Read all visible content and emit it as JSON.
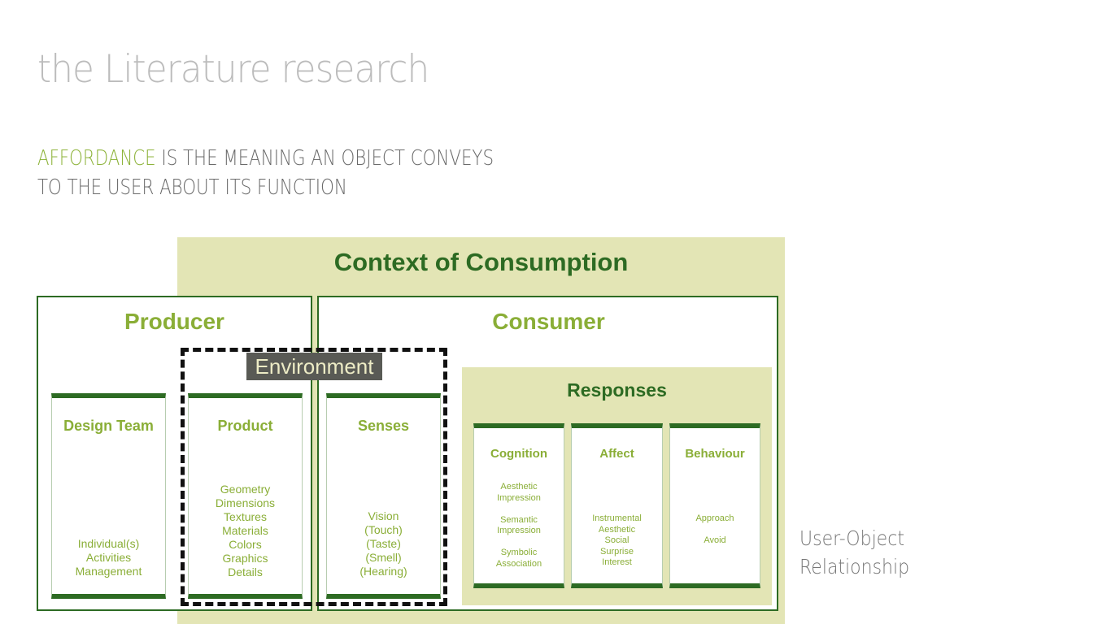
{
  "header": {
    "title": "the Literature research",
    "subtitle_accent": "AFFORDANCE",
    "subtitle_line1_rest": " IS THE MEANING AN OBJECT CONVEYS",
    "subtitle_line2": "TO THE USER ABOUT ITS FUNCTION"
  },
  "diagram": {
    "context_title": "Context of Consumption",
    "producer": {
      "title": "Producer",
      "cards": [
        {
          "title": "Design Team",
          "items": [
            "Individual(s)",
            "Activities",
            "Management"
          ]
        },
        {
          "title": "Product",
          "items": [
            "Geometry",
            "Dimensions",
            "Textures",
            "Materials",
            "Colors",
            "Graphics",
            "Details"
          ]
        }
      ]
    },
    "consumer": {
      "title": "Consumer",
      "senses": {
        "title": "Senses",
        "items": [
          "Vision",
          "(Touch)",
          "(Taste)",
          "(Smell)",
          "(Hearing)"
        ]
      },
      "responses": {
        "title": "Responses",
        "cards": [
          {
            "title": "Cognition",
            "items": [
              "Aesthetic",
              "Impression",
              "",
              "Semantic",
              "Impression",
              "",
              "Symbolic",
              "Association"
            ]
          },
          {
            "title": "Affect",
            "items": [
              "Instrumental",
              "Aesthetic",
              "Social",
              "Surprise",
              "Interest"
            ]
          },
          {
            "title": "Behaviour",
            "items": [
              "Approach",
              "",
              "Avoid"
            ]
          }
        ]
      }
    },
    "environment_label": "Environment",
    "relationship_label_line1": "User-Object",
    "relationship_label_line2": "Relationship"
  },
  "colors": {
    "dark_green": "#2d6b23",
    "light_green": "#8aae37",
    "context_bg": "#e3e5b5",
    "environment_bg": "#595a55",
    "environment_text": "#ecebc5"
  }
}
